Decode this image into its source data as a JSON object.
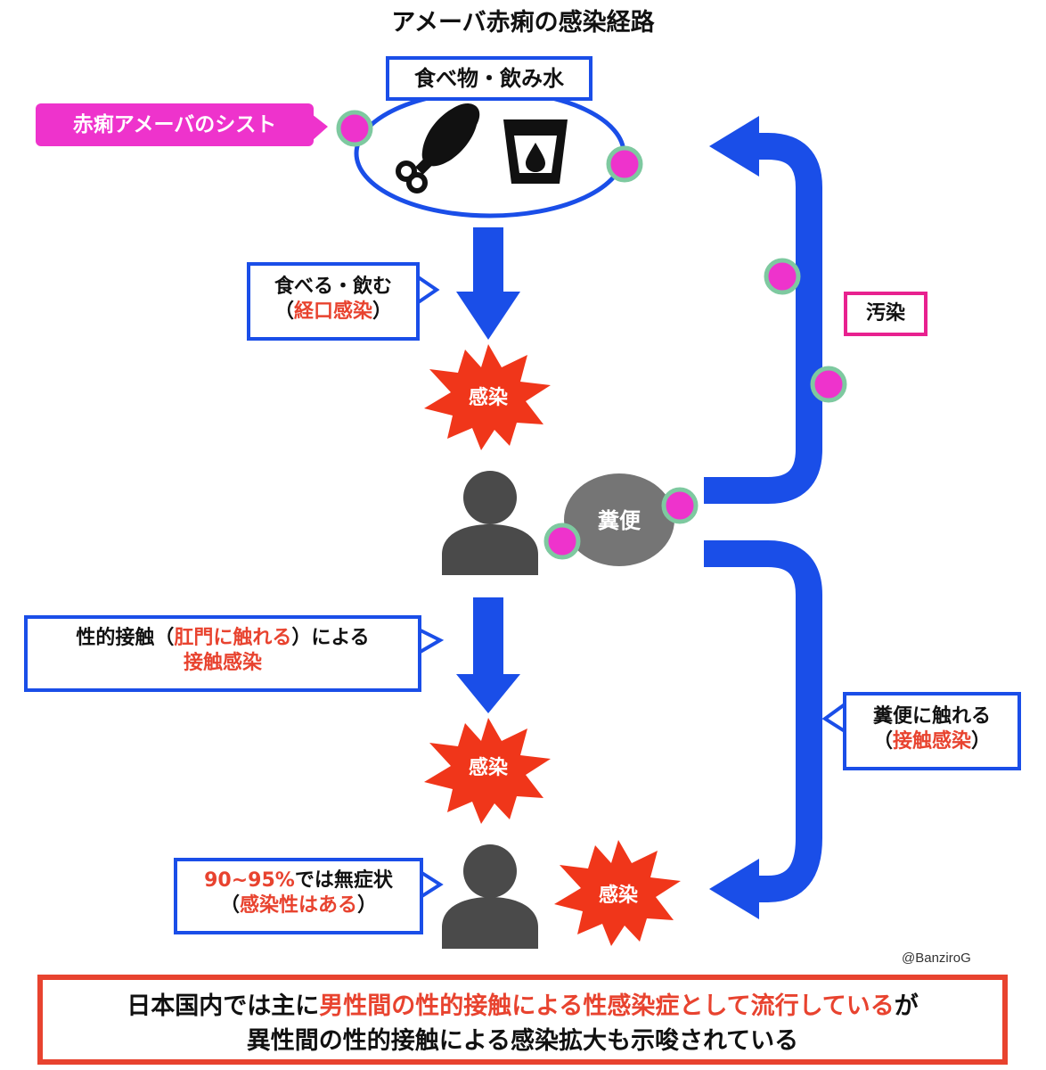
{
  "title": "アメーバ赤痢の感染経路",
  "food_label": "食べ物・飲み水",
  "cyst_label": "赤痢アメーバのシスト",
  "eat_callout": {
    "line1": "食べる・飲む",
    "paren_open": "（",
    "highlight": "経口感染",
    "paren_close": "）"
  },
  "infection_label": "感染",
  "contamination_label": "汚染",
  "feces_label": "糞便",
  "sexual_callout": {
    "line1_pre": "性的接触（",
    "line1_highlight": "肛門に触れる",
    "line1_post": "）による",
    "line2_highlight": "接触感染"
  },
  "touch_callout": {
    "line1": "糞便に触れる",
    "paren_open": "（",
    "highlight": "接触感染",
    "paren_close": "）"
  },
  "asymptomatic_callout": {
    "line1_highlight": "90~95%",
    "line1_post": "では無症状",
    "paren_open": "（",
    "line2_highlight": "感染性はある",
    "paren_close": "）"
  },
  "credit": "@BanziroG",
  "bottom_box": {
    "line1_pre": "日本国内では主に",
    "line1_highlight": "男性間の性的接触による性感染症として流行している",
    "line1_post": "が",
    "line2": "異性間の性的接触による感染拡大も示唆されている"
  },
  "colors": {
    "arrow_blue": "#1a4ee8",
    "cyst_pink": "#ee33cc",
    "cyst_ring": "#7ec9a0",
    "burst_red": "#f0361a",
    "highlight_red": "#e8432f",
    "callout_pink": "#e8218f",
    "person_gray": "#4a4a4a",
    "feces_gray": "#757575"
  }
}
